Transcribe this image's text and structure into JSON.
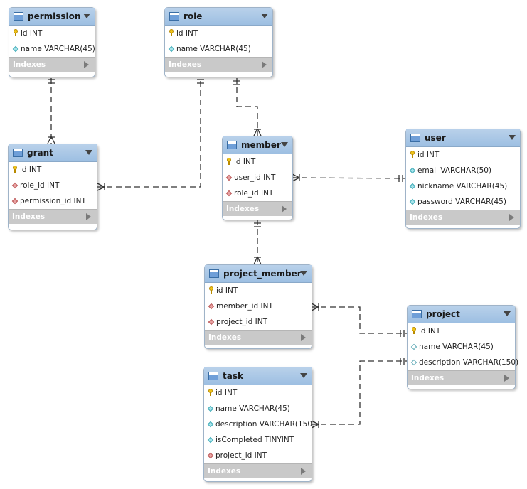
{
  "indexes_label": "Indexes",
  "colors": {
    "header": "#a7c5e5",
    "attribute_icon": "#a5e3ea",
    "foreign_key_icon": "#e8a1a1",
    "key_icon": "#f0c419",
    "line": "#333333"
  },
  "tables": {
    "permission": {
      "name": "permission",
      "columns": [
        {
          "text": "id INT",
          "kind": "key"
        },
        {
          "text": "name VARCHAR(45)",
          "kind": "attr"
        }
      ]
    },
    "role": {
      "name": "role",
      "columns": [
        {
          "text": "id INT",
          "kind": "key"
        },
        {
          "text": "name VARCHAR(45)",
          "kind": "attr"
        }
      ]
    },
    "grant": {
      "name": "grant",
      "columns": [
        {
          "text": "id INT",
          "kind": "key"
        },
        {
          "text": "role_id INT",
          "kind": "fk"
        },
        {
          "text": "permission_id INT",
          "kind": "fk"
        }
      ]
    },
    "member": {
      "name": "member",
      "columns": [
        {
          "text": "id INT",
          "kind": "key"
        },
        {
          "text": "user_id INT",
          "kind": "fk"
        },
        {
          "text": "role_id INT",
          "kind": "fk"
        }
      ]
    },
    "user": {
      "name": "user",
      "columns": [
        {
          "text": "id INT",
          "kind": "key"
        },
        {
          "text": "email VARCHAR(50)",
          "kind": "attr"
        },
        {
          "text": "nickname VARCHAR(45)",
          "kind": "attr"
        },
        {
          "text": "password VARCHAR(45)",
          "kind": "attr"
        }
      ]
    },
    "project_member": {
      "name": "project_member",
      "columns": [
        {
          "text": "id INT",
          "kind": "key"
        },
        {
          "text": "member_id INT",
          "kind": "fk"
        },
        {
          "text": "project_id INT",
          "kind": "fk"
        }
      ]
    },
    "project": {
      "name": "project",
      "columns": [
        {
          "text": "id INT",
          "kind": "key"
        },
        {
          "text": "name VARCHAR(45)",
          "kind": "hollow"
        },
        {
          "text": "description VARCHAR(150)",
          "kind": "hollow"
        }
      ]
    },
    "task": {
      "name": "task",
      "columns": [
        {
          "text": "id INT",
          "kind": "key"
        },
        {
          "text": "name VARCHAR(45)",
          "kind": "attr"
        },
        {
          "text": "description VARCHAR(150)",
          "kind": "attr"
        },
        {
          "text": "isCompleted TINYINT",
          "kind": "attr"
        },
        {
          "text": "project_id INT",
          "kind": "fk"
        }
      ]
    }
  },
  "relationships": [
    {
      "from": "grant",
      "to": "permission",
      "type": "many-to-one"
    },
    {
      "from": "grant",
      "to": "role",
      "type": "many-to-one"
    },
    {
      "from": "member",
      "to": "role",
      "type": "many-to-one"
    },
    {
      "from": "member",
      "to": "user",
      "type": "many-to-one"
    },
    {
      "from": "project_member",
      "to": "member",
      "type": "many-to-one"
    },
    {
      "from": "project_member",
      "to": "project",
      "type": "many-to-one"
    },
    {
      "from": "task",
      "to": "project",
      "type": "many-to-one"
    }
  ]
}
